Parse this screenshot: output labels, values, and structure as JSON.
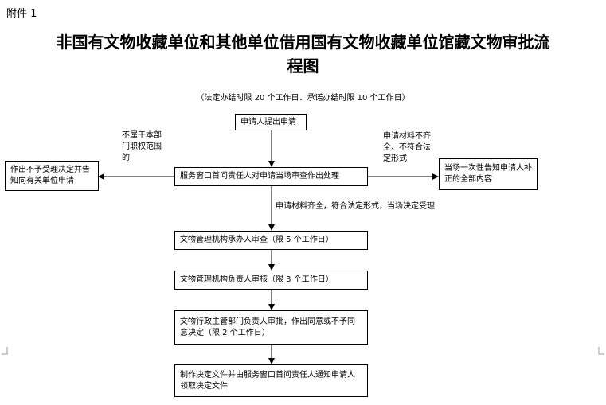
{
  "attachment_label": "附件 1",
  "title_line1": "非国有文物收藏单位和其他单位借用国有文物收藏单位馆藏文物审批流",
  "title_line2": "程图",
  "subtitle": "（法定办结时限 20 个工作日、承诺办结时限 10 个工作日）",
  "boxes": {
    "apply": "申请人提出申请",
    "window": "服务窗口首问责任人对申请当场审查作出处理",
    "reject": "作出不予受理决定并告知向有关单位申请",
    "supplement": "当场一次性告知申请人补正的全部内容",
    "review": "文物管理机构承办人审查（限 5 个工作日）",
    "check": "文物管理机构负责人审核（限 3 个工作日）",
    "approve": "文物行政主管部门负责人审批，作出同意或不予同意决定（限 2 个工作日）",
    "notify": "制作决定文件并由服务窗口首问责任人通知申请人领取决定文件"
  },
  "notes": {
    "not_in_scope": "不属于本部门职权范围的",
    "incomplete": "申请材料不齐全、不符合法定形式",
    "accepted": "申请材料齐全，符合法定形式，当场决定受理"
  }
}
